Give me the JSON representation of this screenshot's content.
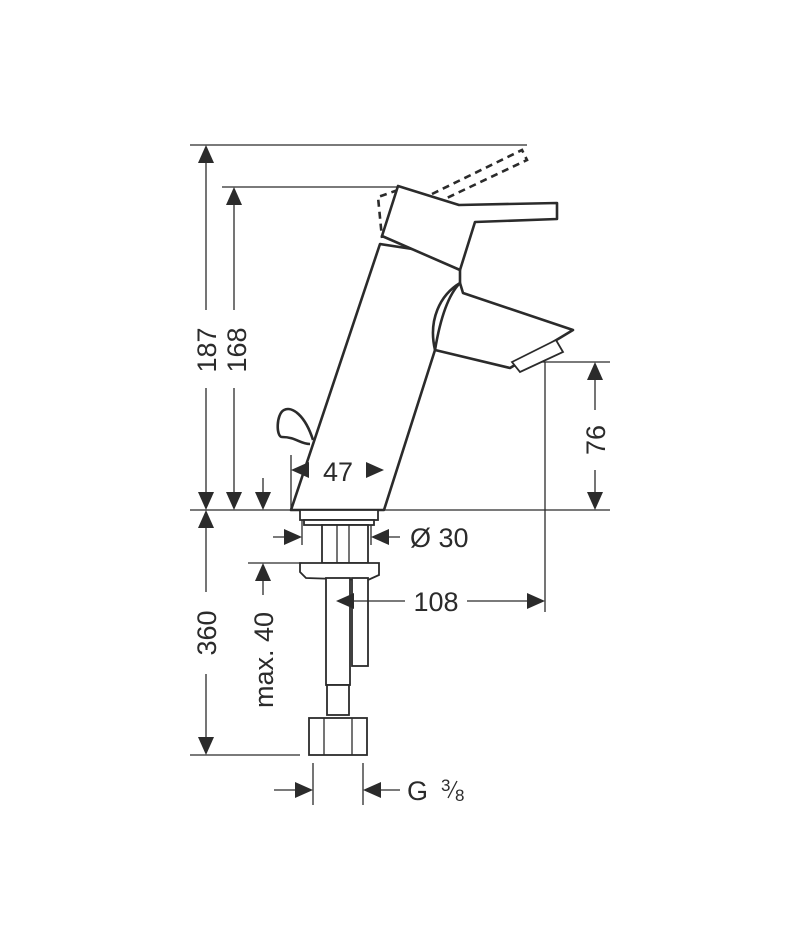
{
  "drawing": {
    "dimensions": {
      "total_height": "187",
      "body_height": "168",
      "spout_height": "76",
      "body_width": "47",
      "flange_diameter": "Ø 30",
      "spout_reach": "108",
      "hose_length": "360",
      "max_thickness": "max. 40",
      "connection_thread_prefix": "G",
      "connection_thread_num": "3",
      "connection_thread_den": "8"
    }
  }
}
